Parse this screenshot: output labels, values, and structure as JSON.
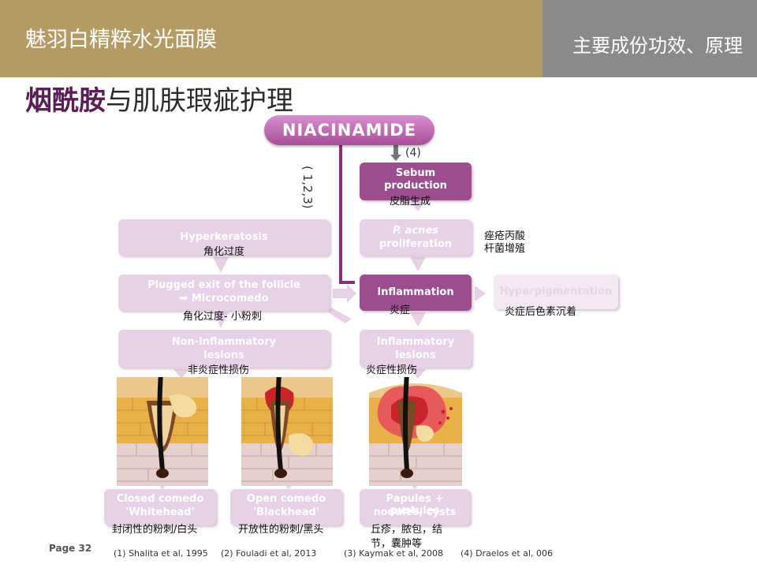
{
  "header": {
    "left_title": "魅羽白精粹水光面膜",
    "right_title": "主要成份功效、原理",
    "left_color": "#b49a63",
    "right_color": "#8a8a8a"
  },
  "slide_title": {
    "bold": "烟酰胺",
    "rest": "与肌肤瑕疵护理"
  },
  "diagram": {
    "niacinamide": "NIACINAMIDE",
    "label_4": "(4)",
    "label_123": "( 1,2,3)",
    "boxes": {
      "sebum_en": "Sebum production",
      "sebum_zh": "皮脂生成",
      "pacnes_en1": "P. acnes",
      "pacnes_en2": "proliferation",
      "pacnes_zh1": "痤疮丙酸",
      "pacnes_zh2": "杆菌增殖",
      "hyperk_en": "Hyperkeratosis",
      "hyperk_zh": "角化过度",
      "plugged_en1": "Plugged exit of the follicle",
      "plugged_en2": "➡ Microcomedo",
      "plugged_zh": "角化过度- 小粉刺",
      "inflam_en": "Inflammation",
      "inflam_zh": "炎症",
      "hyperpig_en": "Hyperpigmentation",
      "hyperpig_zh": "炎症后色素沉着",
      "noninf_en1": "Non-inflammatory",
      "noninf_en2": "lesions",
      "noninf_zh": "非炎症性损伤",
      "inflesion_en1": "Inflammatory",
      "inflesion_en2": "lesions",
      "inflesion_zh": "炎症性损伤",
      "closed_en1": "Closed comedo",
      "closed_en2": "'Whitehead'",
      "closed_zh": "封闭性的粉刺/白头",
      "open_en1": "Open comedo",
      "open_en2": "'Blackhead'",
      "open_zh": "开放性的粉刺/黑头",
      "papules_en1": "Papules + pustules",
      "papules_en2": "nodules, cysts",
      "papules_zh1": "丘疹，脓包，结",
      "papules_zh2": "节，囊肿等"
    },
    "colors": {
      "light_box": "#e6d1e6",
      "dark_box": "#9b4d8f",
      "accent": "#5a1d55"
    }
  },
  "footer": {
    "page": "Page 32",
    "refs": [
      "(1)  Shalita et al, 1995",
      "(2)  Fouladi et al, 2013",
      "(3)  Kaymak et al, 2008",
      "(4) Draelos et al, 006"
    ]
  }
}
